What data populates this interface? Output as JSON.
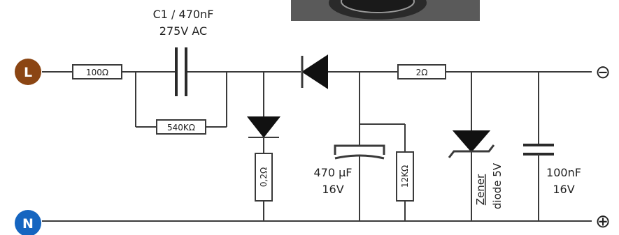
{
  "capacitor_c1": {
    "name": "C1 / 470nF",
    "rating": "275V AC"
  },
  "terminals": {
    "live": {
      "label": "L",
      "color": "#8B4513"
    },
    "neutral": {
      "label": "N",
      "color": "#1565C0"
    },
    "minus": "⊖",
    "plus": "⊕"
  },
  "resistors": {
    "r_input": "100Ω",
    "r_bleed": "540KΩ",
    "r_low": "0,2Ω",
    "r_series": "2Ω",
    "r_load": "12KΩ"
  },
  "electrolytic": {
    "value": "470 µF",
    "voltage": "16V"
  },
  "zener": {
    "word": "Zener",
    "rest": "diode 5V"
  },
  "capacitor_out": {
    "value": "100nF",
    "voltage": "16V"
  },
  "colors": {
    "wire": "#3a3a3a",
    "photo": "#5a5a5a"
  }
}
